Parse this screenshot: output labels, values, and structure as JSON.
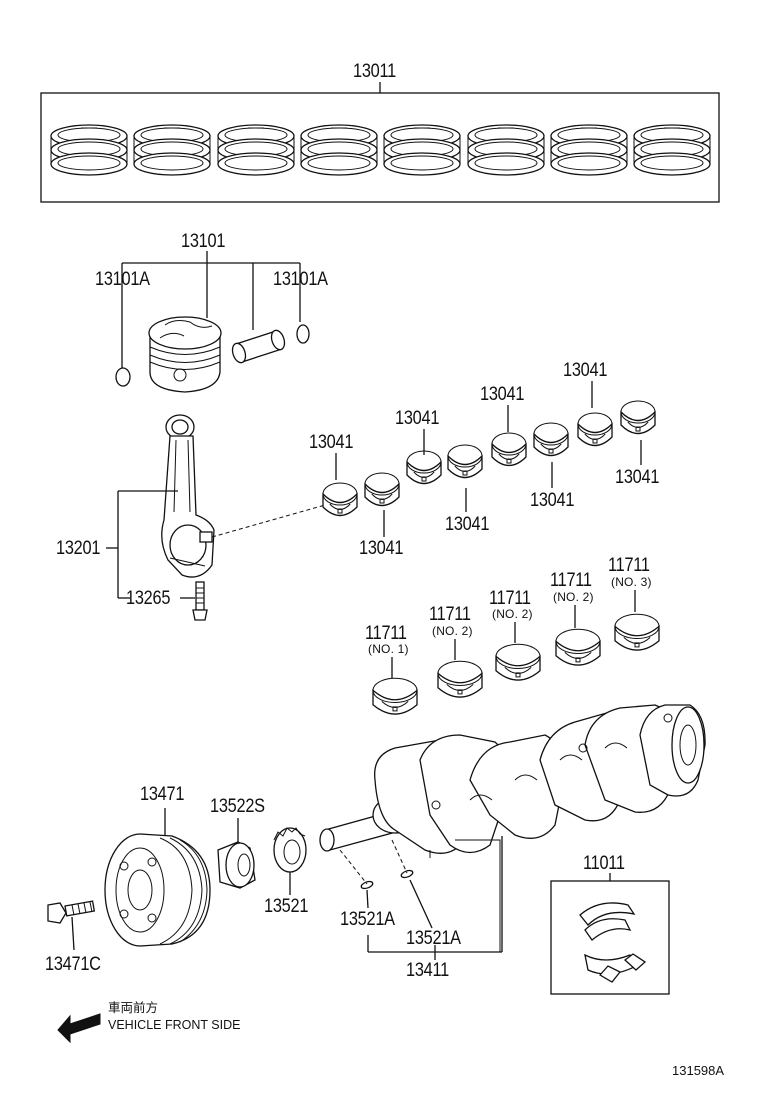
{
  "labels": {
    "piston_ring_set": "13011",
    "piston_sub_assy": "13101",
    "snap_ring_left": "13101A",
    "snap_ring_right": "13101A",
    "conrod_bearing_1": "13041",
    "conrod_bearing_2": "13041",
    "conrod_bearing_3": "13041",
    "conrod_bearing_4": "13041",
    "conrod_bearing_5": "13041",
    "conrod_bearing_6": "13041",
    "conrod_bearing_7": "13041",
    "conrod_bearing_8": "13041",
    "conrod_assy": "13201",
    "conrod_bolt": "13265",
    "main_bearing_1": "11711",
    "main_bearing_1_note": "(NO. 1)",
    "main_bearing_2": "11711",
    "main_bearing_2_note": "(NO. 2)",
    "main_bearing_3": "11711",
    "main_bearing_3_note": "(NO. 2)",
    "main_bearing_4": "11711",
    "main_bearing_4_note": "(NO. 2)",
    "main_bearing_5": "11711",
    "main_bearing_5_note": "(NO. 3)",
    "crank_pulley": "13471",
    "pulley_bolt": "13471C",
    "crank_key_sprocket": "13522S",
    "crank_sprocket": "13521",
    "crank_key_left": "13521A",
    "crank_key_right": "13521A",
    "crankshaft": "13411",
    "thrust_washer_set": "11011",
    "front_jp": "車両前方",
    "front_en": "VEHICLE FRONT SIDE",
    "figure_ref": "131598A"
  },
  "icons": {
    "front_arrow": "arrow-left-icon"
  },
  "colors": {
    "line": "#111111",
    "background": "#ffffff"
  }
}
